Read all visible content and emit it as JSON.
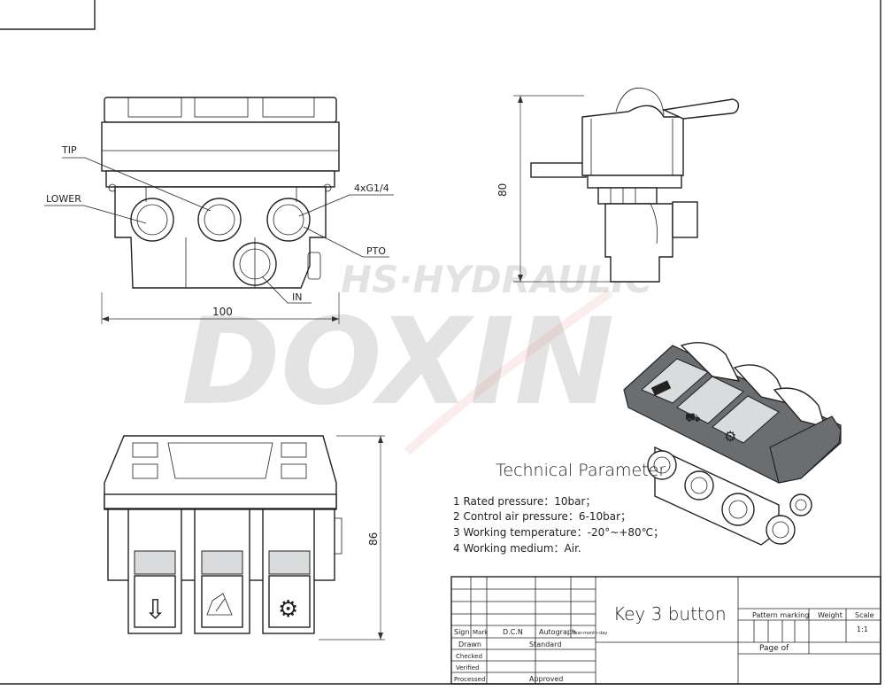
{
  "front_view": {
    "labels": {
      "tip": "TIP",
      "lower": "LOWER",
      "ports": "4xG1/4",
      "pto": "PTO",
      "in": "IN"
    },
    "width_dimension": "100"
  },
  "side_view": {
    "height_dimension": "80"
  },
  "bottom_view": {
    "height_dimension": "86"
  },
  "watermark": {
    "line1": "HS·HYDRAULIC",
    "line2": "DOXIN"
  },
  "technical": {
    "title": "Technical Parameter",
    "items": [
      "1 Rated pressure：10bar；",
      "2 Control air pressure：6-10bar；",
      "3 Working temperature：-20°~+80℃；",
      "4 Working medium：Air."
    ]
  },
  "title_block": {
    "product_name": "Key 3 button",
    "headers": {
      "sign": "Sign",
      "mark": "Mark",
      "dcn": "D.C.N",
      "autograph": "Autograph",
      "yearmonth": "Year-month-day"
    },
    "roles": [
      "Drawn",
      "Checked",
      "Verified",
      "Processed"
    ],
    "standard": "Standard",
    "approved": "Approved",
    "pattern_marking": "Pattern marking",
    "weight": "Weight",
    "scale": "Scale",
    "scale_value": "1:1",
    "page_of": "Page  of"
  }
}
